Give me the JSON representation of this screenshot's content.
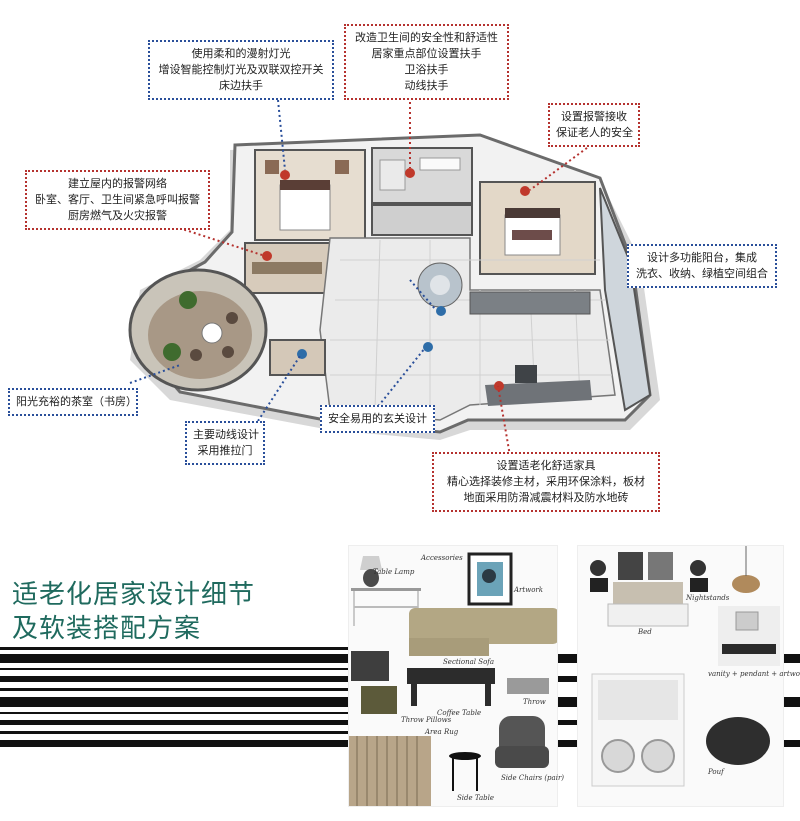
{
  "callouts": {
    "lighting": [
      "使用柔和的漫射灯光",
      "增设智能控制灯光及双联双控开关",
      "床边扶手"
    ],
    "bathroom": [
      "改造卫生间的安全性和舒适性",
      "居家重点部位设置扶手",
      "卫浴扶手",
      "动线扶手"
    ],
    "alarm_receive": [
      "设置报警接收",
      "保证老人的安全"
    ],
    "alarm_network": [
      "建立屋内的报警网络",
      "卧室、客厅、卫生间紧急呼叫报警",
      "厨房燃气及火灾报警"
    ],
    "balcony": [
      "设计多功能阳台，集成",
      "洗衣、收纳、绿植空间组合"
    ],
    "tea_room": [
      "阳光充裕的茶室（书房）"
    ],
    "circulation": [
      "主要动线设计",
      "采用推拉门"
    ],
    "entrance": [
      "安全易用的玄关设计"
    ],
    "furniture": [
      "设置适老化舒适家具",
      "精心选择装修主材，采用环保涂料，板材",
      "地面采用防滑减震材料及防水地砖"
    ]
  },
  "heading": [
    "适老化居家设计细节",
    "及软装搭配方案"
  ],
  "moodboard_labels": {
    "table_lamp": "Table Lamp",
    "accessories": "Accessories",
    "artwork": "Artwork",
    "sectional_sofa": "Sectional Sofa",
    "throw_pillows": "Throw Pillows",
    "coffee_table": "Coffee Table",
    "throw": "Throw",
    "area_rug": "Area Rug",
    "side_table": "Side Table",
    "side_chairs": "Side Chairs (pair)",
    "vanity": "vanity + pendant + artwork",
    "pouf": "Pouf",
    "nightstands": "Nightstands",
    "bed": "Bed"
  },
  "colors": {
    "accent_green": "#1f6a5e",
    "blue_callout": "#2a4f9a",
    "red_callout": "#b5322f"
  }
}
